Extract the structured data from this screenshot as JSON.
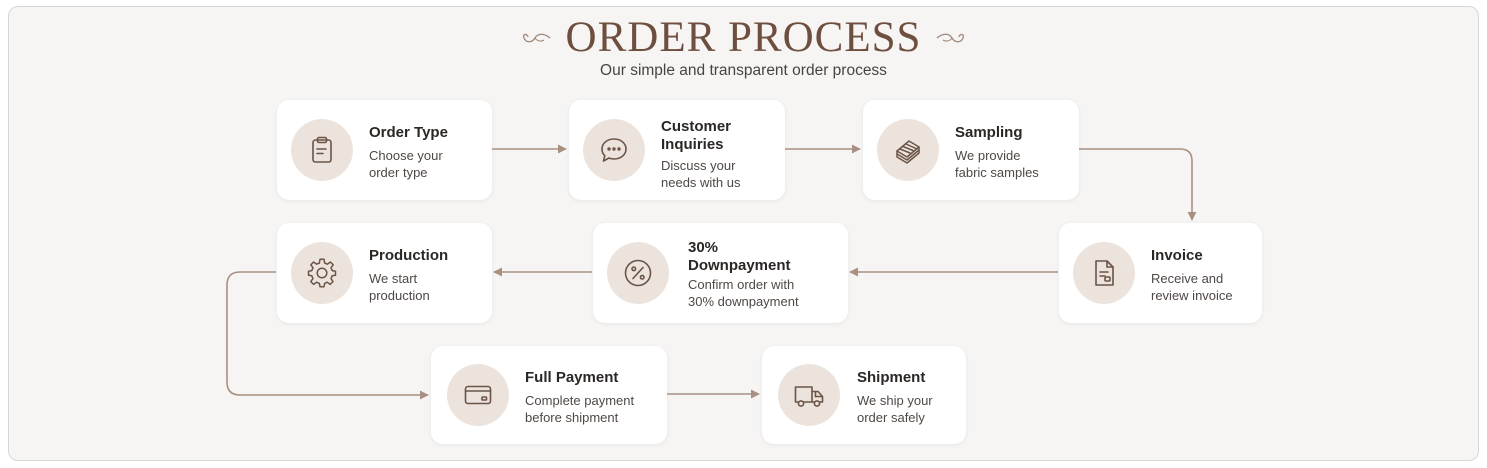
{
  "header": {
    "title": "ORDER PROCESS",
    "subtitle": "Our simple and transparent order process"
  },
  "colors": {
    "accent": "#6e4f3f",
    "arrow": "#a89082",
    "icon_bg": "#ece4dc",
    "icon_stroke": "#6b5447",
    "background": "#f6f5f4"
  },
  "steps": [
    {
      "title": "Order Type",
      "desc1": "Choose your",
      "desc2": "order type",
      "icon": "clipboard-icon"
    },
    {
      "title": "Customer",
      "title2": "Inquiries",
      "desc1": "Discuss your",
      "desc2": "needs with us",
      "icon": "chat-bubble-icon"
    },
    {
      "title": "Sampling",
      "desc1": "We provide",
      "desc2": "fabric samples",
      "icon": "fabric-swatch-icon"
    },
    {
      "title": "Invoice",
      "desc1": "Receive and",
      "desc2": "review invoice",
      "icon": "invoice-document-icon"
    },
    {
      "title": "30%",
      "title2": "Downpayment",
      "desc1": "Confirm order with",
      "desc2": "30% downpayment",
      "icon": "percent-icon"
    },
    {
      "title": "Production",
      "desc1": "We start",
      "desc2": "production",
      "icon": "gear-icon"
    },
    {
      "title": "Full Payment",
      "desc1": "Complete payment",
      "desc2": "before shipment",
      "icon": "credit-card-icon"
    },
    {
      "title": "Shipment",
      "desc1": "We ship your",
      "desc2": "order safely",
      "icon": "truck-icon"
    }
  ]
}
